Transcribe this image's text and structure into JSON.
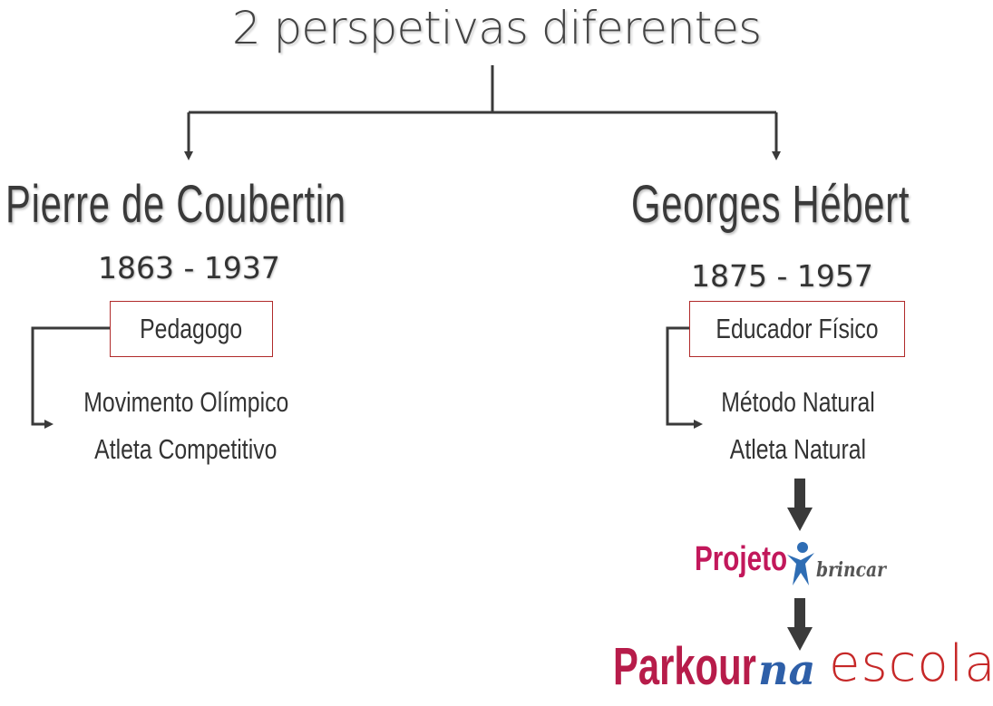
{
  "title": "2 perspetivas diferentes",
  "left": {
    "name": "Pierre de Coubertin",
    "years": "1863 - 1937",
    "role": "Pedagogo",
    "traits": [
      "Movimento Olímpico",
      "Atleta Competitivo"
    ]
  },
  "right": {
    "name": "Georges Hébert",
    "years": "1875 - 1957",
    "role": "Educador Físico",
    "traits": [
      "Método Natural",
      "Atleta Natural"
    ]
  },
  "logos": {
    "projeto": "Projeto",
    "brincar": "brincar",
    "parkour": "Parkour",
    "na": "na",
    "escola": "escola"
  },
  "colors": {
    "line": "#3a3a3a",
    "box_border": "#b02a2a",
    "projeto": "#c2185b",
    "parkour": "#b71c4a",
    "na": "#2e5fa8",
    "escola": "#c62828"
  }
}
